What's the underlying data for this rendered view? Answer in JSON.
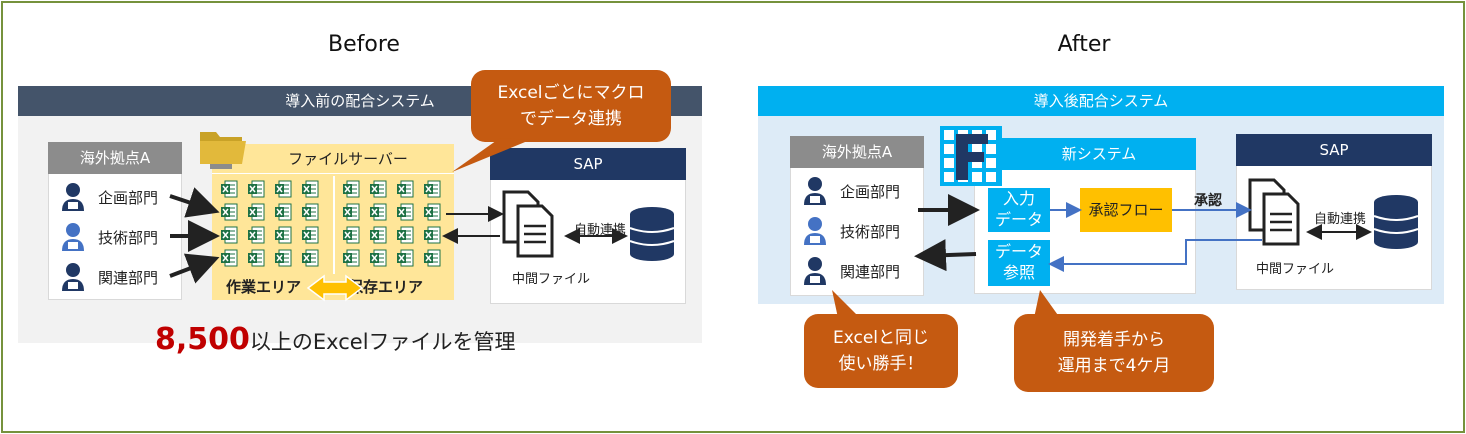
{
  "before": {
    "heading": "Before",
    "system_bar": "導入前の配合システム",
    "site_label": "海外拠点A",
    "departments": [
      "企画部門",
      "技術部門",
      "関連部門"
    ],
    "file_server_label": "ファイルサーバー",
    "work_area_label": "作業エリア",
    "storage_area_label": "保存エリア",
    "sap_label": "SAP",
    "auto_link_label": "自動連携",
    "intermediate_file_label": "中間ファイル",
    "callout": [
      "Excelごとにマクロ",
      "でデータ連携"
    ],
    "summary_number": "8,500",
    "summary_text": "以上のExcelファイルを管理"
  },
  "after": {
    "heading": "After",
    "system_bar": "導入後配合システム",
    "site_label": "海外拠点A",
    "departments": [
      "企画部門",
      "技術部門",
      "関連部門"
    ],
    "new_system_label": "新システム",
    "input_data_label": [
      "入力",
      "データ"
    ],
    "approval_flow_label": "承認フロー",
    "data_ref_label": [
      "データ",
      "参照"
    ],
    "approval_label": "承認",
    "sap_label": "SAP",
    "auto_link_label": "自動連携",
    "intermediate_file_label": "中間ファイル",
    "callout_left": [
      "Excelと同じ",
      "使い勝手！"
    ],
    "callout_right": [
      "開発着手から",
      "運用まで4ケ月"
    ]
  },
  "colors": {
    "frame": "#76923c",
    "before_bar": "#44546a",
    "after_bar": "#00b0f0",
    "navy": "#203864",
    "callout": "#c55a11",
    "file_server": "#ffe699",
    "approval": "#ffc000",
    "highlight_red": "#c00000",
    "excel_green": "#1e7145"
  },
  "icons": [
    "user-icon",
    "folder-icon",
    "excel-file-icon",
    "document-icon",
    "database-icon",
    "app-logo-icon"
  ]
}
